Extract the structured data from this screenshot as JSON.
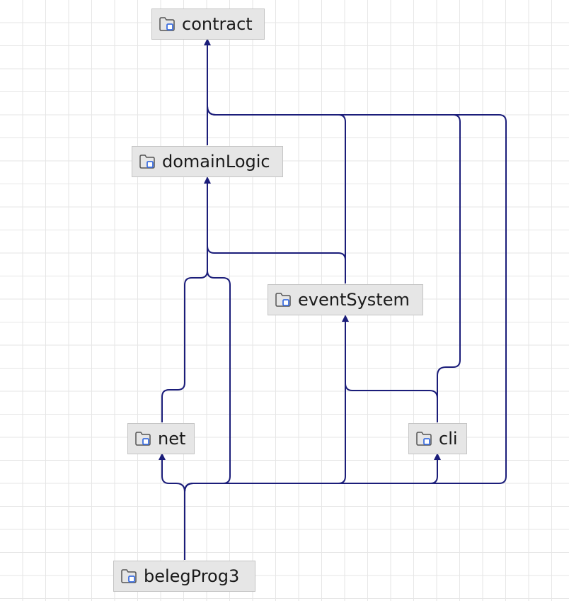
{
  "diagram": {
    "nodes": {
      "contract": {
        "label": "contract",
        "icon": "folder-module-icon"
      },
      "domainLogic": {
        "label": "domainLogic",
        "icon": "folder-module-icon"
      },
      "eventSystem": {
        "label": "eventSystem",
        "icon": "folder-module-icon"
      },
      "net": {
        "label": "net",
        "icon": "folder-module-icon"
      },
      "cli": {
        "label": "cli",
        "icon": "folder-module-icon"
      },
      "belegProg3": {
        "label": "belegProg3",
        "icon": "folder-module-icon"
      }
    },
    "edges": [
      {
        "from": "domainLogic",
        "to": "contract"
      },
      {
        "from": "eventSystem",
        "to": "contract"
      },
      {
        "from": "cli",
        "to": "contract"
      },
      {
        "from": "belegProg3",
        "to": "contract"
      },
      {
        "from": "eventSystem",
        "to": "domainLogic"
      },
      {
        "from": "net",
        "to": "domainLogic"
      },
      {
        "from": "belegProg3",
        "to": "domainLogic"
      },
      {
        "from": "cli",
        "to": "eventSystem"
      },
      {
        "from": "belegProg3",
        "to": "eventSystem"
      },
      {
        "from": "belegProg3",
        "to": "net"
      },
      {
        "from": "belegProg3",
        "to": "cli"
      }
    ],
    "colors": {
      "edge": "#1b1d7a",
      "node_fill": "#e6e6e6",
      "node_border": "#c4c4c4",
      "icon": "#3d6fe0"
    }
  }
}
